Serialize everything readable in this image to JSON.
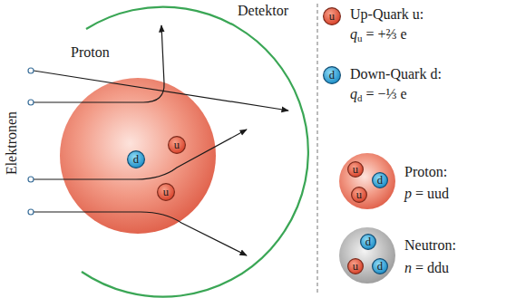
{
  "diagram": {
    "nodes": [
      {
        "text": [
          "Proton"
        ]
      },
      {
        "text": [
          "u"
        ],
        "in": 0
      },
      {
        "text": [
          "d"
        ],
        "in": 0
      },
      {
        "text": [
          "u"
        ],
        "in": 0
      },
      {
        "text": [
          "u"
        ]
      },
      {
        "text": [
          "d"
        ]
      },
      {
        "text": [
          "Proton:",
          "p = uud"
        ]
      },
      {
        "text": [
          "u"
        ],
        "in": 6
      },
      {
        "text": [
          "u"
        ],
        "in": 6
      },
      {
        "text": [
          "d"
        ],
        "in": 6
      },
      {
        "text": [
          "Neutron:",
          "n = ddu"
        ]
      },
      {
        "text": [
          "d"
        ],
        "in": 10
      },
      {
        "text": [
          "u"
        ],
        "in": 10
      },
      {
        "text": [
          "d"
        ],
        "in": 10
      }
    ],
    "labels": [
      "Detektor",
      "Elektronen",
      "Up-Quark u:",
      "qu = +⅔ e",
      "Down-Quark d:",
      "qd = −⅓ e"
    ]
  }
}
